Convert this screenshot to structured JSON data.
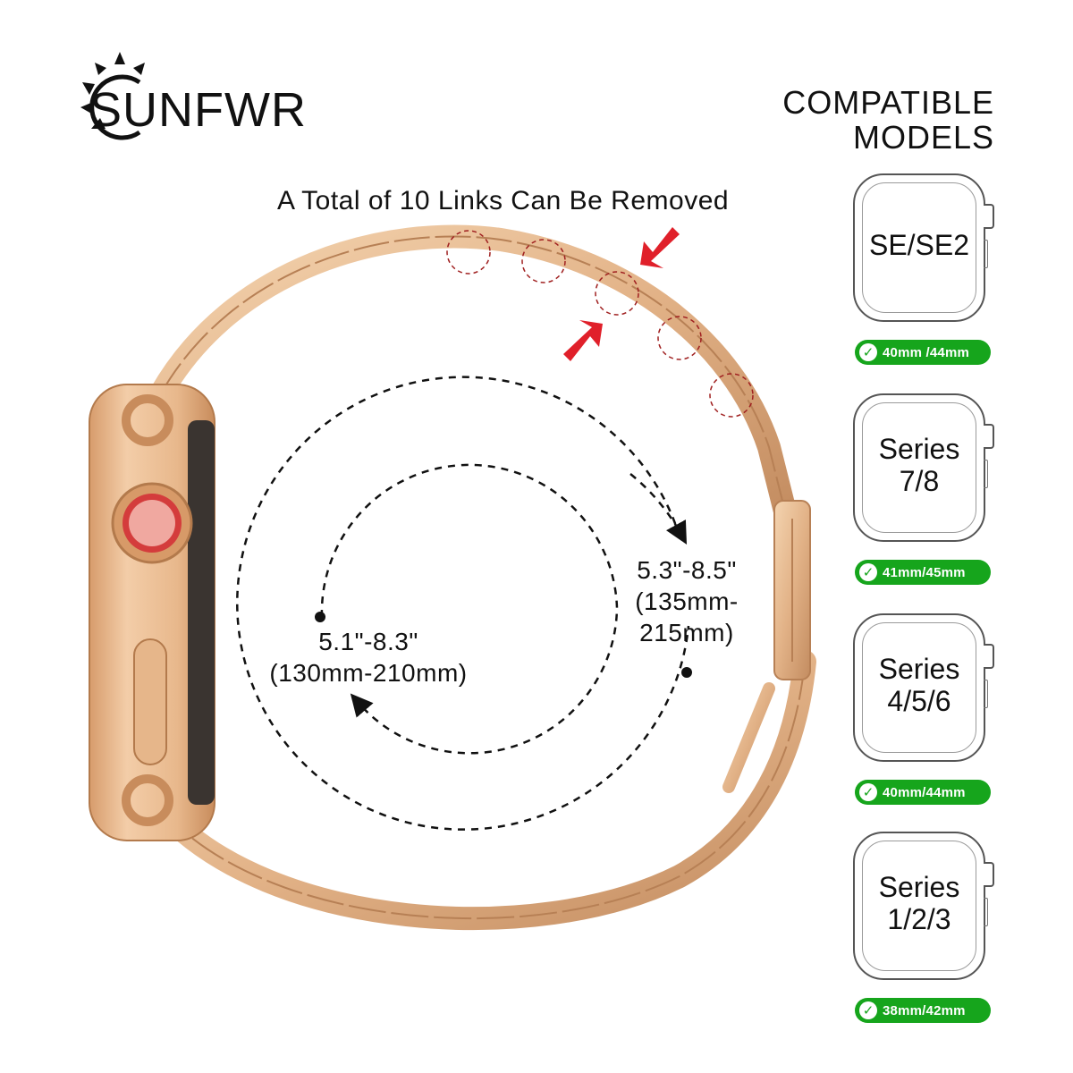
{
  "brand": {
    "name": "SUNFWR",
    "logo_icon": "sun-icon"
  },
  "compatible": {
    "line1": "COMPATIBLE",
    "line2": "MODELS"
  },
  "links_caption": "A Total of 10 Links Can Be Removed",
  "measurements": {
    "inner": {
      "line1": "5.1\"-8.3\"",
      "line2": "(130mm-210mm)"
    },
    "outer": {
      "line1": "5.3\"-8.5\"",
      "line2": "(135mm-",
      "line3": "215mm)"
    }
  },
  "models": [
    {
      "name": "SE/SE2",
      "size": "40mm /44mm"
    },
    {
      "name": "Series\n7/8",
      "size": "41mm/45mm"
    },
    {
      "name": "Series\n4/5/6",
      "size": "40mm/44mm"
    },
    {
      "name": "Series\n1/2/3",
      "size": "38mm/42mm"
    }
  ],
  "colors": {
    "band_gold": "#e6b98e",
    "band_shadow": "#c99469",
    "accent_red": "#e0202a",
    "badge_green": "#16a51c",
    "crown_pink": "#f0a8a0"
  }
}
